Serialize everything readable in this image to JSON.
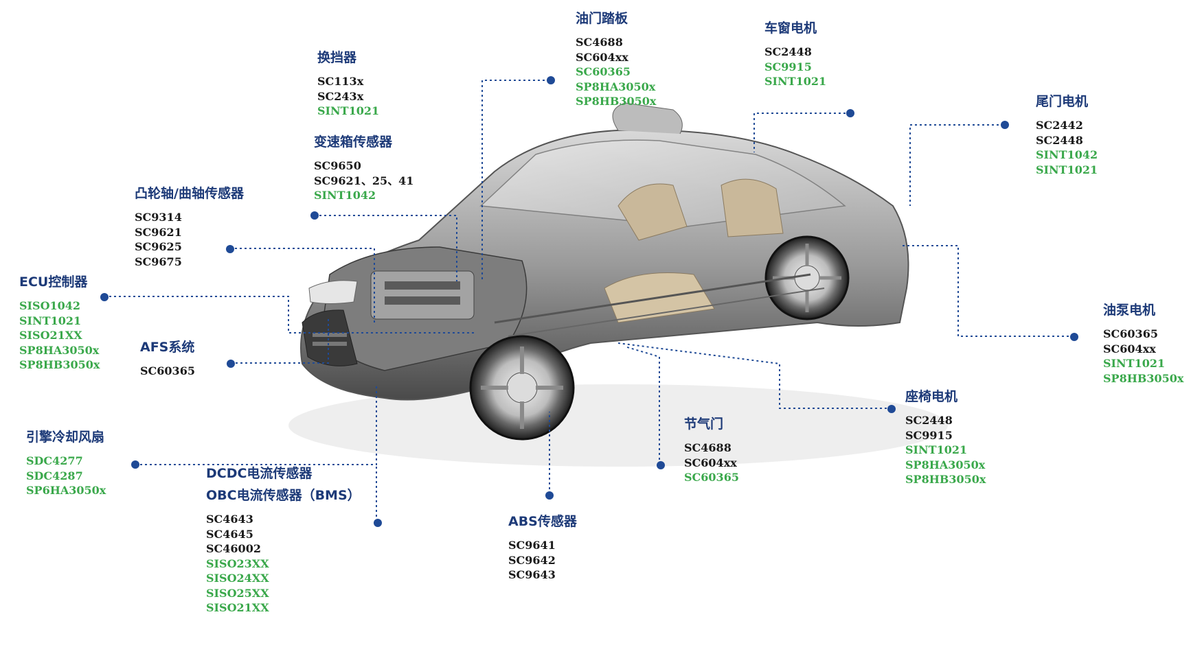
{
  "colors": {
    "title": "#1d3a78",
    "black": "#1a1a1a",
    "green": "#3aa84b",
    "leader": "#1f4a96"
  },
  "callouts": [
    {
      "id": "huandangqi",
      "title": "换挡器",
      "parts": [
        {
          "text": "SC113x",
          "color": "black"
        },
        {
          "text": "SC243x",
          "color": "black"
        },
        {
          "text": "SINT1021",
          "color": "green"
        }
      ]
    },
    {
      "id": "biansuxiang",
      "title": "变速箱传感器",
      "parts": [
        {
          "text": "SC9650",
          "color": "black"
        },
        {
          "text": "SC9621、25、41",
          "color": "black"
        },
        {
          "text": "SINT1042",
          "color": "green"
        }
      ]
    },
    {
      "id": "youmen",
      "title": "油门踏板",
      "parts": [
        {
          "text": "SC4688",
          "color": "black"
        },
        {
          "text": "SC604xx",
          "color": "black"
        },
        {
          "text": "SC60365",
          "color": "green"
        },
        {
          "text": "SP8HA3050x",
          "color": "green"
        },
        {
          "text": "SP8HB3050x",
          "color": "green"
        }
      ]
    },
    {
      "id": "chechuang",
      "title": "车窗电机",
      "parts": [
        {
          "text": "SC2448",
          "color": "black"
        },
        {
          "text": "SC9915",
          "color": "green"
        },
        {
          "text": "SINT1021",
          "color": "green"
        }
      ]
    },
    {
      "id": "weimen",
      "title": "尾门电机",
      "parts": [
        {
          "text": "SC2442",
          "color": "black"
        },
        {
          "text": "SC2448",
          "color": "black"
        },
        {
          "text": "SINT1042",
          "color": "green"
        },
        {
          "text": "SINT1021",
          "color": "green"
        }
      ]
    },
    {
      "id": "tulunzhou",
      "title": "凸轮轴/曲轴传感器",
      "parts": [
        {
          "text": "SC9314",
          "color": "black"
        },
        {
          "text": "SC9621",
          "color": "black"
        },
        {
          "text": "SC9625",
          "color": "black"
        },
        {
          "text": "SC9675",
          "color": "black"
        }
      ]
    },
    {
      "id": "ecu",
      "title": "ECU控制器",
      "parts": [
        {
          "text": "SISO1042",
          "color": "green"
        },
        {
          "text": "SINT1021",
          "color": "green"
        },
        {
          "text": "SISO21XX",
          "color": "green"
        },
        {
          "text": "SP8HA3050x",
          "color": "green"
        },
        {
          "text": "SP8HB3050x",
          "color": "green"
        }
      ]
    },
    {
      "id": "afs",
      "title": "AFS系统",
      "parts": [
        {
          "text": "SC60365",
          "color": "black"
        }
      ]
    },
    {
      "id": "youbeng",
      "title": "油泵电机",
      "parts": [
        {
          "text": "SC60365",
          "color": "black"
        },
        {
          "text": "SC604xx",
          "color": "black"
        },
        {
          "text": "SINT1021",
          "color": "green"
        },
        {
          "text": "SP8HB3050x",
          "color": "green"
        }
      ]
    },
    {
      "id": "zuoyi",
      "title": "座椅电机",
      "parts": [
        {
          "text": "SC2448",
          "color": "black"
        },
        {
          "text": "SC9915",
          "color": "black"
        },
        {
          "text": "SINT1021",
          "color": "green"
        },
        {
          "text": "SP8HA3050x",
          "color": "green"
        },
        {
          "text": "SP8HB3050x",
          "color": "green"
        }
      ]
    },
    {
      "id": "jieqimen",
      "title": "节气门",
      "parts": [
        {
          "text": "SC4688",
          "color": "black"
        },
        {
          "text": "SC604xx",
          "color": "black"
        },
        {
          "text": "SC60365",
          "color": "green"
        }
      ]
    },
    {
      "id": "yinqing",
      "title": "引擎冷却风扇",
      "parts": [
        {
          "text": "SDC4277",
          "color": "green"
        },
        {
          "text": "SDC4287",
          "color": "green"
        },
        {
          "text": "SP6HA3050x",
          "color": "green"
        }
      ]
    },
    {
      "id": "dcdc",
      "title": "DCDC电流传感器",
      "subtitle": "OBC电流传感器（BMS）",
      "parts": [
        {
          "text": "SC4643",
          "color": "black"
        },
        {
          "text": "SC4645",
          "color": "black"
        },
        {
          "text": "SC46002",
          "color": "black"
        },
        {
          "text": "SISO23XX",
          "color": "green"
        },
        {
          "text": "SISO24XX",
          "color": "green"
        },
        {
          "text": "SISO25XX",
          "color": "green"
        },
        {
          "text": "SISO21XX",
          "color": "green"
        }
      ]
    },
    {
      "id": "abs",
      "title": "ABS传感器",
      "parts": [
        {
          "text": "SC9641",
          "color": "black"
        },
        {
          "text": "SC9642",
          "color": "black"
        },
        {
          "text": "SC9643",
          "color": "black"
        }
      ]
    }
  ]
}
